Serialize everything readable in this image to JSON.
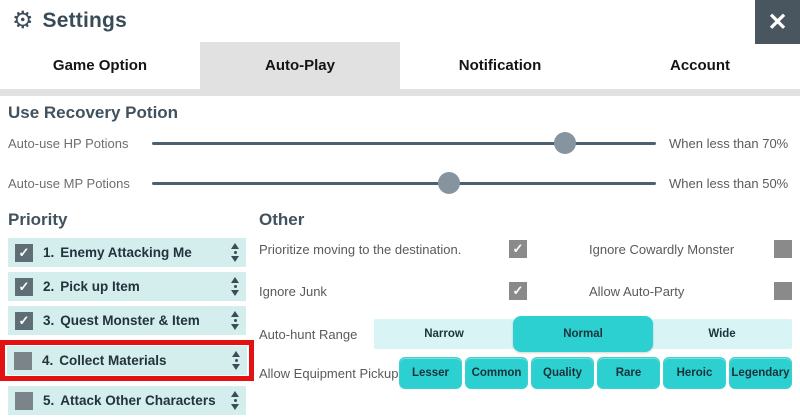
{
  "header": {
    "title": "Settings"
  },
  "icons": {
    "gear": "⚙",
    "close": "✕",
    "check": "✓"
  },
  "tabs": [
    {
      "label": "Game Option",
      "active": false
    },
    {
      "label": "Auto-Play",
      "active": true
    },
    {
      "label": "Notification",
      "active": false
    },
    {
      "label": "Account",
      "active": false
    }
  ],
  "recovery": {
    "heading": "Use Recovery Potion",
    "sliders": [
      {
        "label": "Auto-use HP Potions",
        "value_label": "When less than 70%",
        "percent": 82
      },
      {
        "label": "Auto-use MP Potions",
        "value_label": "When less than 50%",
        "percent": 59
      }
    ]
  },
  "priority": {
    "heading": "Priority",
    "items": [
      {
        "num": "1.",
        "label": "Enemy Attacking Me",
        "checked": true,
        "highlighted": false
      },
      {
        "num": "2.",
        "label": "Pick up Item",
        "checked": true,
        "highlighted": false
      },
      {
        "num": "3.",
        "label": "Quest Monster & Item",
        "checked": true,
        "highlighted": false
      },
      {
        "num": "4.",
        "label": "Collect Materials",
        "checked": false,
        "highlighted": true
      },
      {
        "num": "5.",
        "label": "Attack Other Characters",
        "checked": false,
        "highlighted": false
      }
    ]
  },
  "other": {
    "heading": "Other",
    "checkboxes": [
      {
        "label": "Prioritize moving to the destination.",
        "checked": true
      },
      {
        "label": "Ignore Cowardly Monster",
        "checked": false
      },
      {
        "label": "Ignore Junk",
        "checked": true
      },
      {
        "label": "Allow Auto-Party",
        "checked": false
      }
    ],
    "range": {
      "label": "Auto-hunt Range",
      "options": [
        "Narrow",
        "Normal",
        "Wide"
      ],
      "selected": "Normal"
    },
    "equipment": {
      "label": "Allow Equipment Pickup",
      "options": [
        "Lesser",
        "Common",
        "Quality",
        "Rare",
        "Heroic",
        "Legendary"
      ]
    }
  },
  "colors": {
    "accent_teal": "#2dd0d0",
    "light_teal": "#d9f4f4",
    "list_teal": "#d4eded",
    "slate": "#41525e",
    "highlight_red": "#e21212",
    "close_bg": "#49565f",
    "active_tab": "#e1e1e1",
    "slider_track": "#4e606d",
    "slider_handle": "#8694a0"
  }
}
